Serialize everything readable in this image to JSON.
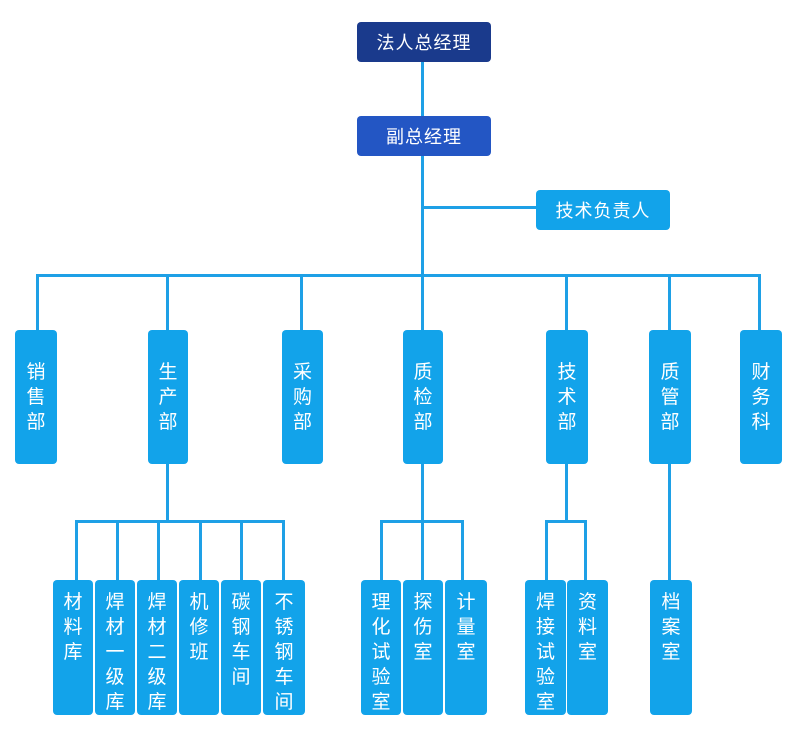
{
  "org_chart": {
    "top": "法人总经理",
    "deputy": "副总经理",
    "tech_lead": "技术负责人",
    "departments": [
      "销售部",
      "生产部",
      "采购部",
      "质检部",
      "技术部",
      "质管部",
      "财务科"
    ],
    "production_units": [
      "材料库",
      "焊材一级库",
      "焊材二级库",
      "机修班",
      "碳钢车间",
      "不锈钢车间"
    ],
    "inspection_units": [
      "理化试验室",
      "探伤室",
      "计量室"
    ],
    "technical_units": [
      "焊接试验室",
      "资料室"
    ],
    "quality_units": [
      "档案室"
    ]
  },
  "colors": {
    "top_box": "#1a3a8c",
    "deputy_box": "#2356c4",
    "unit_box": "#12a3ea",
    "connector": "#1ea0e6"
  }
}
